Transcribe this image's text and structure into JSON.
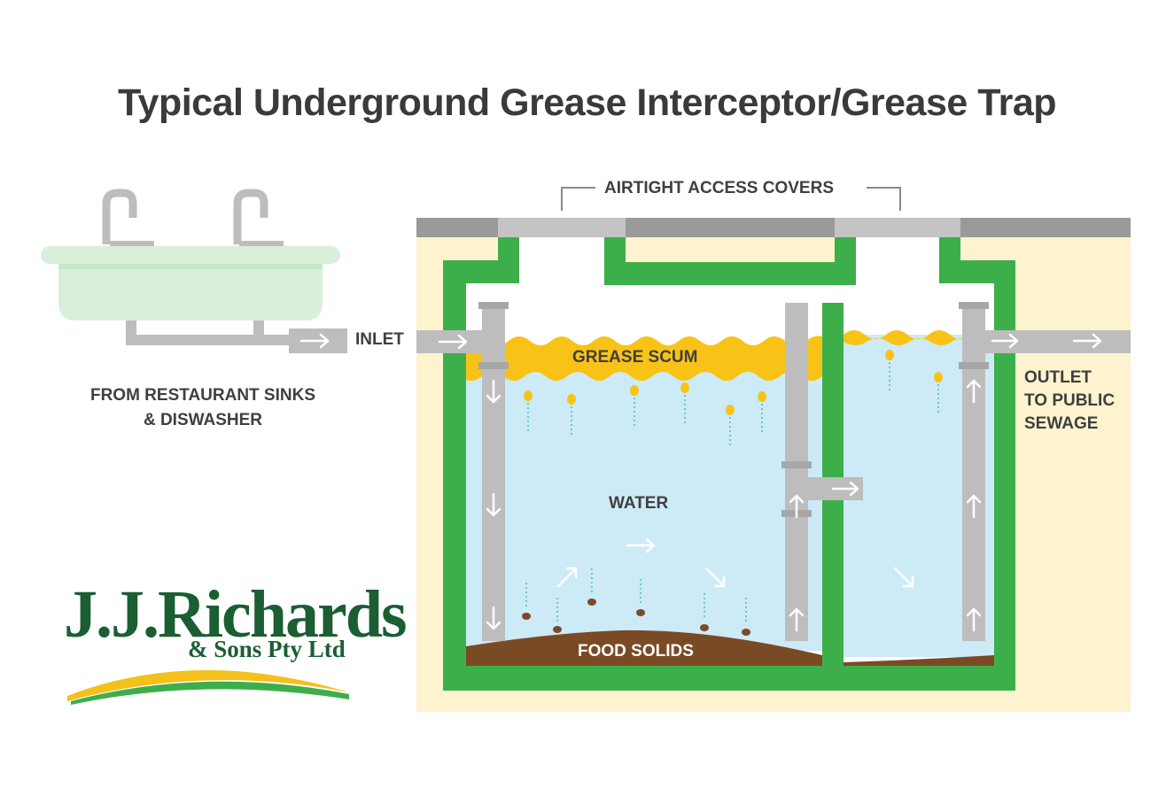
{
  "title": "Typical Underground Grease Interceptor/Grease Trap",
  "labels": {
    "sinks_line1": "FROM RESTAURANT SINKS",
    "sinks_line2": "& DISWASHER",
    "inlet": "INLET",
    "access_covers": "AIRTIGHT ACCESS COVERS",
    "grease_scum": "GREASE SCUM",
    "water": "WATER",
    "food_solids": "FOOD SOLIDS",
    "outlet_line1": "OUTLET",
    "outlet_line2": "TO PUBLIC",
    "outlet_line3": "SEWAGE"
  },
  "logo": {
    "main": "J.J.Richards",
    "sub": "& Sons Pty Ltd"
  },
  "colors": {
    "tank_wall": "#3daf4a",
    "ground": "#fdf3cf",
    "water": "#cdeaf7",
    "grease": "#f8c316",
    "food_solids": "#7a4a24",
    "pipe": "#bdbdbd",
    "surface": "#9a9a9a",
    "logo_green": "#1a5e32",
    "logo_yellow": "#f3c11a"
  },
  "icons": [
    "sink-icon",
    "faucet-icon",
    "flow-arrow-icon",
    "grease-droplet-icon",
    "solid-particle-icon"
  ]
}
